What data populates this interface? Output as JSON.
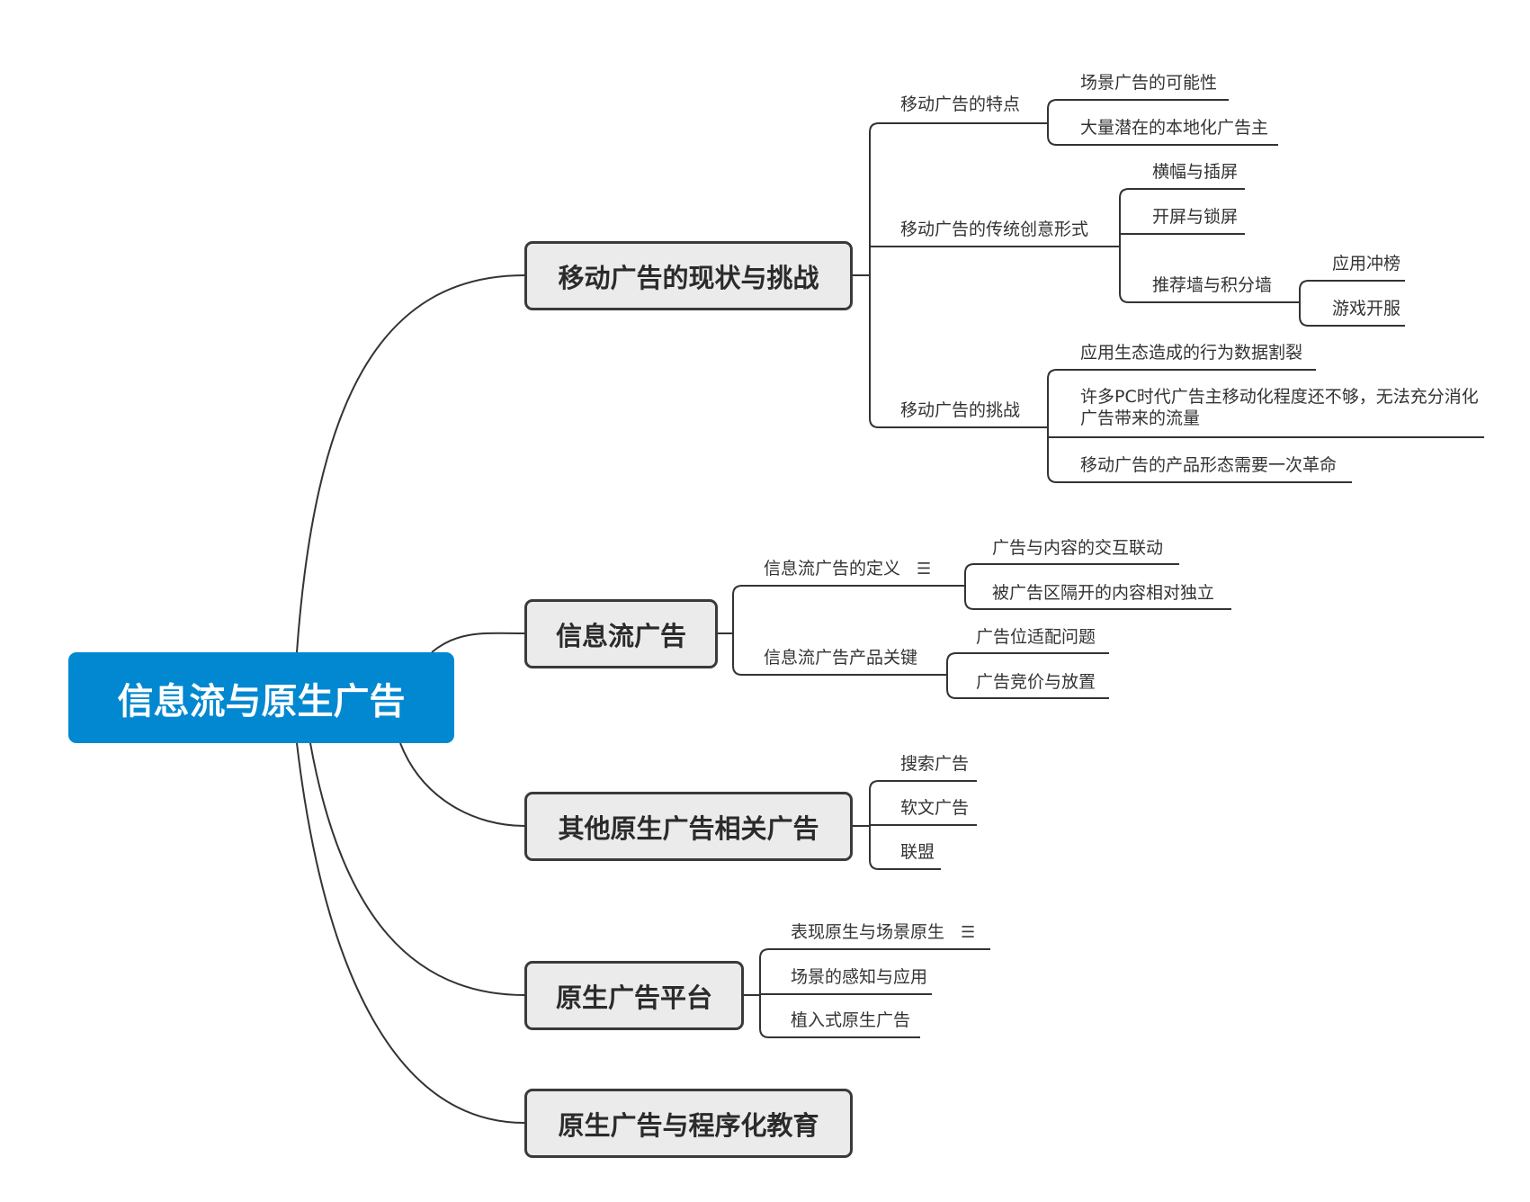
{
  "title": "信息流与原生广告",
  "branches": [
    {
      "label": "移动广告的现状与挑战",
      "children": [
        {
          "label": "移动广告的特点",
          "children": [
            {
              "label": "场景广告的可能性"
            },
            {
              "label": "大量潜在的本地化广告主"
            }
          ]
        },
        {
          "label": "移动广告的传统创意形式",
          "children": [
            {
              "label": "横幅与插屏"
            },
            {
              "label": "开屏与锁屏"
            },
            {
              "label": "推荐墙与积分墙",
              "children": [
                {
                  "label": "应用冲榜"
                },
                {
                  "label": "游戏开服"
                }
              ]
            }
          ]
        },
        {
          "label": "移动广告的挑战",
          "children": [
            {
              "label": "应用生态造成的行为数据割裂"
            },
            {
              "label": "许多PC时代广告主移动化程度还不够，无法充分消化广告带来的流量"
            },
            {
              "label": "移动广告的产品形态需要一次革命"
            }
          ]
        }
      ]
    },
    {
      "label": "信息流广告",
      "children": [
        {
          "label": "信息流广告的定义",
          "note_icon": "note-lines-icon",
          "children": [
            {
              "label": "广告与内容的交互联动"
            },
            {
              "label": "被广告区隔开的内容相对独立"
            }
          ]
        },
        {
          "label": "信息流广告产品关键",
          "children": [
            {
              "label": "广告位适配问题"
            },
            {
              "label": "广告竞价与放置"
            }
          ]
        }
      ]
    },
    {
      "label": "其他原生广告相关广告",
      "children": [
        {
          "label": "搜索广告"
        },
        {
          "label": "软文广告"
        },
        {
          "label": "联盟"
        }
      ]
    },
    {
      "label": "原生广告平台",
      "children": [
        {
          "label": "表现原生与场景原生",
          "note_icon": "note-lines-icon"
        },
        {
          "label": "场景的感知与应用"
        },
        {
          "label": "植入式原生广告"
        }
      ]
    },
    {
      "label": "原生广告与程序化教育"
    }
  ]
}
